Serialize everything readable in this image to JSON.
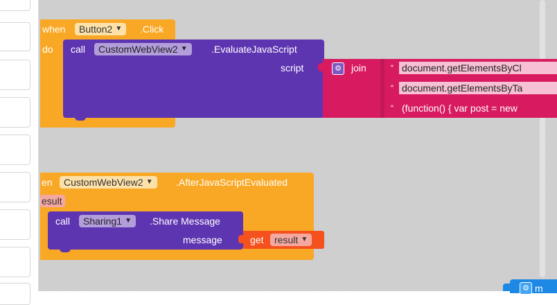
{
  "block_when": {
    "keyword_when": "when",
    "component": "Button2",
    "event": ".Click",
    "keyword_do": "do"
  },
  "block_call_eval": {
    "keyword_call": "call",
    "component": "CustomWebView2",
    "method": ".EvaluateJavaScript",
    "arg_label": "script"
  },
  "block_join": {
    "label": "join",
    "strings": [
      "document.getElementsByCl",
      "document.getElementsByTa",
      "(function() {   var post = new"
    ],
    "quote_glyph": "“"
  },
  "block_when2": {
    "keyword_when": "en",
    "component": "CustomWebView2",
    "event": ".AfterJavaScriptEvaluated",
    "param": "esult"
  },
  "block_call_share": {
    "keyword_call": "call",
    "component": "Sharing1",
    "method": ".Share Message",
    "arg_label": "message"
  },
  "block_get": {
    "label": "get",
    "var": "result"
  },
  "corner_block": {
    "label": "m"
  },
  "icons": {
    "dropdown_arrow": "▼",
    "gear": "⚙"
  },
  "colors": {
    "event": "#f9a825",
    "method": "#5e35b1",
    "text": "#d81b60",
    "variable": "#e53935"
  }
}
